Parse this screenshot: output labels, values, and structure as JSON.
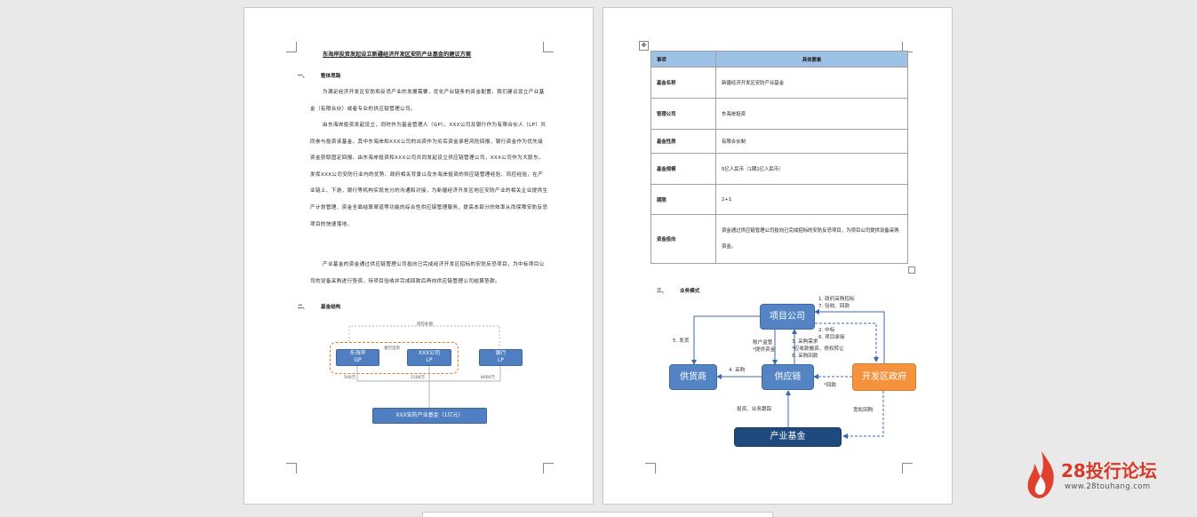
{
  "left_page": {
    "title": "东海岸投资发起设立新疆经济开发区安防产业基金的建议方案",
    "section1": {
      "num": "一、",
      "title": "整体思路"
    },
    "paragraphs": [
      "为满足经济开发区安防和反恐产业的发展需要，优化产业链条的资金配置，我们建议设立产业基金（有限合伙）或者专业的供应链管理公司。",
      "由东海岸投资发起设立，同时作为基金管理人（GP）。XXX公司及银行作为有限合伙人（LP）共同参与投资该基金。其中东海岸和XXX公司的出资作为劣后资金承担风险回报，银行资金作为优先级资金获取固定回报。由东海岸投资和XXX公司共同发起设立供应链管理公司，XXX公司作为大股东。发挥XXX公司安防行业内的优势、政府相关背景以及东海岸投资的供应链管理经验、风控经验，在产业链上、下游，银行等机构实现充分的沟通和对接，为新疆经济开发区地区安防产业的相关企业提供生产计划管理、资金全面结算渠道等功能的综合性供应链管理服务，提高本部分的效率从而保障安防反恐项目的快速落地。",
      "产业基金的资金通过供应链管理公司投向已完成经济开发区招标的安防反恐项目，为中标项目公司的设备采购进行垫资，待项目验收并完成回款后再向供应链管理公司结算垫款。"
    ],
    "section2": {
      "num": "二、",
      "title": "基金结构"
    },
    "diagram": {
      "top_label": "风险补偿",
      "inner_label": "发行出资",
      "nodes": [
        {
          "name": "东海岸",
          "role": "GP"
        },
        {
          "name": "XXX公司",
          "role": "LP"
        },
        {
          "name": "银行",
          "role": "LP"
        }
      ],
      "amounts": [
        "500万",
        "1500万",
        "8000万"
      ],
      "fund": "XXX安防产业基金（1亿元）"
    }
  },
  "right_page": {
    "table": {
      "header": [
        "事项",
        "具体要素"
      ],
      "rows": [
        [
          "基金名称",
          "新疆经济开发区安防产业基金"
        ],
        [
          "管理公司",
          "东海岸投资"
        ],
        [
          "基金性质",
          "有限合伙制"
        ],
        [
          "基金规模",
          "5亿人民币（1期1亿人民币）"
        ],
        [
          "期限",
          "2+1"
        ],
        [
          "资金投向",
          "资金通过供应链管理公司投向已完成招标的安防反恐项目，为项目公司提供设备采购资金。"
        ]
      ]
    },
    "section3": {
      "num": "三、",
      "title": "业务模式"
    },
    "flow": {
      "nodes": {
        "project": "项目公司",
        "supplier": "供货商",
        "chain": "供应链",
        "gov": "开发区政府",
        "fund": "产业基金"
      },
      "labels": {
        "gov_to_project": "1. 政府采购招标\n7. 验收、回款",
        "project_to_gov": "2. 中标\n6. 项目承接",
        "chain_to_project": "3. 采购需求\n*应收款融资，债权转让\n8. 采购回款",
        "account": "账户监管\n*提供资金",
        "delivery": "5. 发货",
        "purchase": "4. 采购",
        "refund": "*回款",
        "invest": "投资、业务跟踪",
        "repay": "宽松回购"
      }
    }
  },
  "watermark": {
    "name": "28投行论坛",
    "url": "www.28touhang.com"
  }
}
